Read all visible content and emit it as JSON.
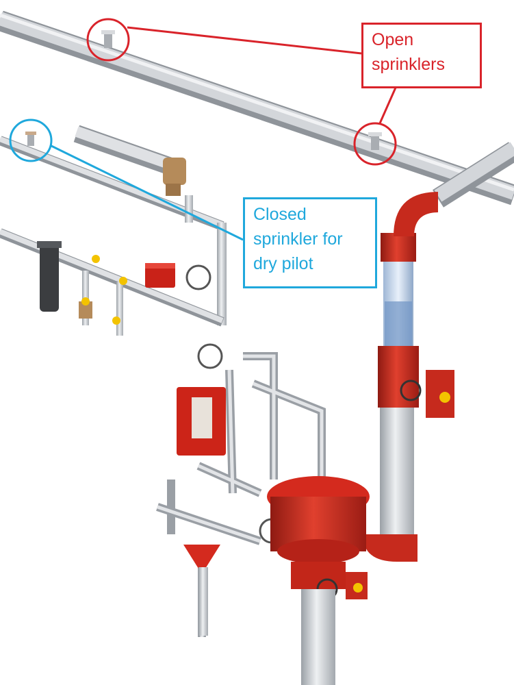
{
  "labels": {
    "open_sprinklers": [
      "Open",
      "sprinklers"
    ],
    "closed_sprinkler": [
      "Closed",
      "sprinkler for",
      "dry pilot"
    ]
  },
  "colors": {
    "open_callout": "#d9232a",
    "closed_callout": "#1fa8dc",
    "pipe": "#c9ccd0",
    "valve_red": "#d42a1e",
    "handle_yellow": "#f3c300"
  }
}
